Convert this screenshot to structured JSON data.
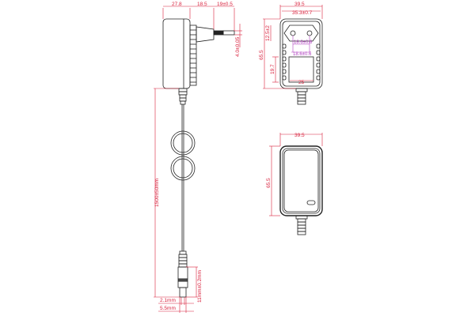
{
  "drawing": {
    "subject": "Wall plug power adapter with DC cable",
    "colors": {
      "outline": "#222222",
      "dimension": "#d8203c",
      "inner_dimension": "#b040c0"
    }
  },
  "side_view": {
    "dims": {
      "body_depth": "27.8",
      "base_depth": "18.5",
      "pin_length": "19±0.5",
      "pin_diameter": "4.0±0.05"
    }
  },
  "front_view": {
    "dims": {
      "width": "39.5",
      "inner_width": "35.3±0.7",
      "pin_offset": "12.5±2",
      "height": "65.5",
      "label_height": "19.7",
      "pin_spacing": "18.6±0.6",
      "label_width": "25"
    }
  },
  "back_view": {
    "dims": {
      "width": "39.5",
      "height": "65.5"
    }
  },
  "cable": {
    "dims": {
      "length": "1500±50mm",
      "inner_diameter": "2.1mm",
      "outer_diameter": "5.5mm",
      "plug_length": "11mm±0.2mm"
    }
  }
}
